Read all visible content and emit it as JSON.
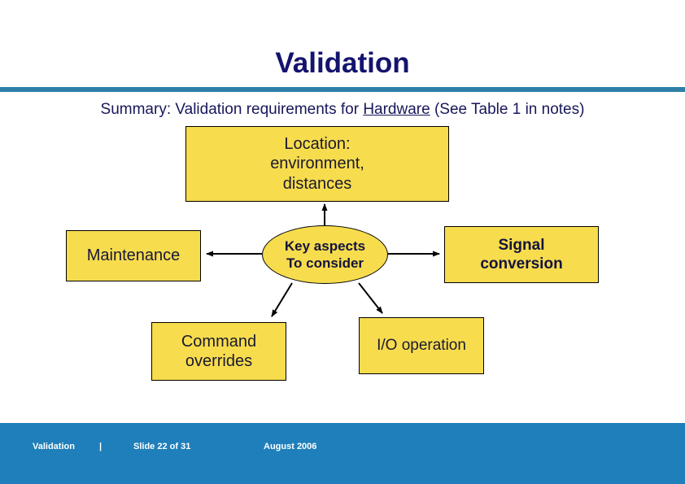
{
  "slide": {
    "title": "Validation",
    "subtitle": {
      "before": "Summary: Validation requirements for ",
      "emphasis": "Hardware",
      "after": " (See Table 1 in notes)"
    },
    "accent_rule_color": "#2E7FA8",
    "title_color": "#14146E",
    "node_fill_color": "#F7DC4E",
    "footer_band_color": "#1F7FBA"
  },
  "diagram": {
    "type": "radial-concept-map",
    "center": {
      "line1": "Key aspects",
      "line2": "To consider"
    },
    "nodes": [
      {
        "id": "location",
        "line1": "Location:",
        "line2": "environment,",
        "line3": "distances",
        "direction": "up"
      },
      {
        "id": "maintenance",
        "line1": "Maintenance",
        "direction": "left"
      },
      {
        "id": "signal",
        "line1": "Signal",
        "line2": "conversion",
        "direction": "right"
      },
      {
        "id": "command",
        "line1": "Command",
        "line2": "overrides",
        "direction": "down-left"
      },
      {
        "id": "io",
        "line1": "I/O operation",
        "direction": "down-right"
      }
    ]
  },
  "footer": {
    "deck_name": "Validation",
    "separator": "|",
    "slide_counter": "Slide 22  of 31",
    "date": "August 2006"
  }
}
